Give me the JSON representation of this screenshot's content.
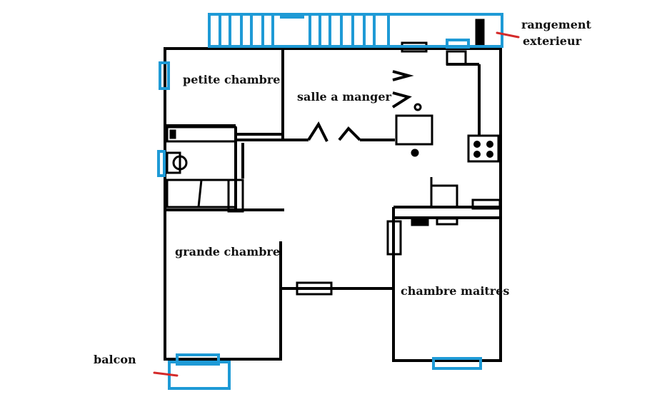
{
  "labels": {
    "petite_chambre": "petite chambre",
    "salle_a_manger": "salle a manger",
    "grande_chambre": "grande chambre",
    "chambre_maitres": "chambre maitres",
    "balcon": "balcon",
    "rangement_line1": "rangement",
    "rangement_line2": "exterieur"
  },
  "colors": {
    "wall": "#000000",
    "window": "#1e9ad6",
    "pointer": "#d42a2a",
    "text": "#111111"
  }
}
